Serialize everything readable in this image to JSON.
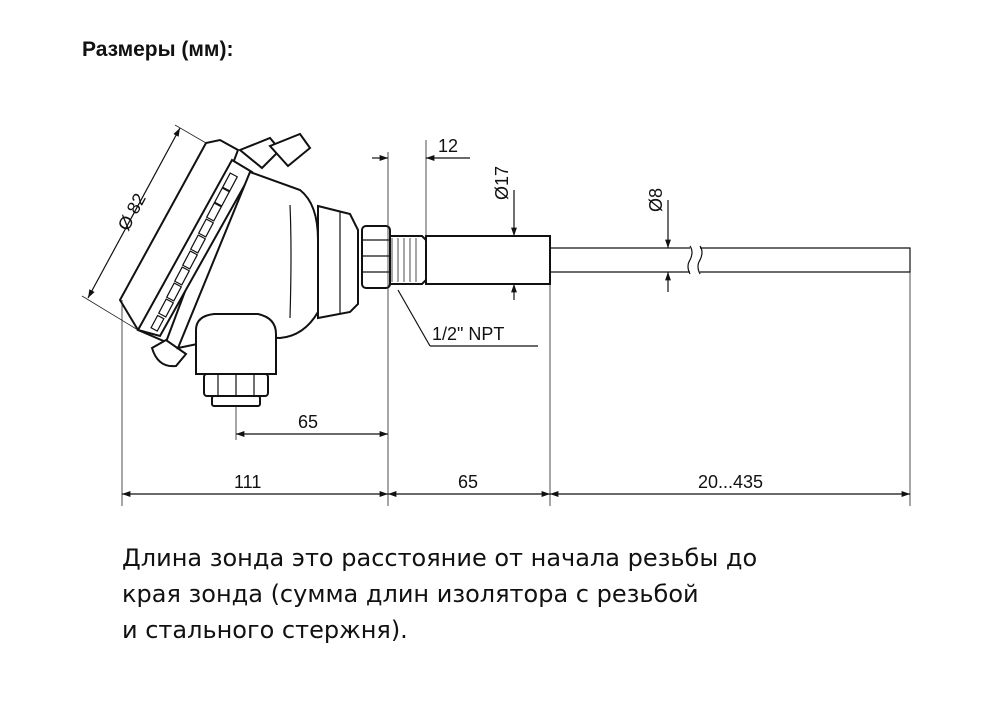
{
  "title": "Размеры (мм):",
  "dimensions": {
    "head_diameter": "Ø 82",
    "thread_length": "12",
    "insulator_diameter": "Ø17",
    "rod_diameter": "Ø8",
    "thread_spec": "1/2\" NPT",
    "cable_gland_offset": "65",
    "head_length": "111",
    "insulator_length": "65",
    "probe_length": "20...435"
  },
  "note_lines": [
    "Длина зонда это расстояние от начала резьбы до",
    "края зонда (сумма длин изолятора с резьбой",
    "и стального стержня)."
  ]
}
